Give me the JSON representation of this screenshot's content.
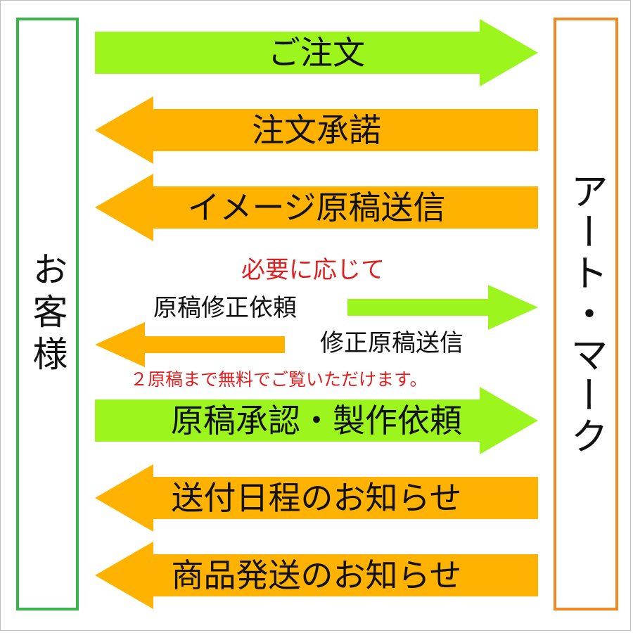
{
  "colors": {
    "green_arrow": "#9cf51c",
    "orange_arrow": "#ffb300",
    "customer_border": "#3ab54a",
    "company_border": "#f08a24",
    "note_red": "#e02020"
  },
  "customer": {
    "label": "お客様"
  },
  "company": {
    "label": "アート・マーク"
  },
  "steps": [
    {
      "label": "ご注文",
      "direction": "right"
    },
    {
      "label": "注文承諾",
      "direction": "left"
    },
    {
      "label": "イメージ原稿送信",
      "direction": "left"
    },
    {
      "label": "原稿承認・製作依頼",
      "direction": "right"
    },
    {
      "label": "送付日程のお知らせ",
      "direction": "left"
    },
    {
      "label": "商品発送のお知らせ",
      "direction": "left"
    }
  ],
  "revision": {
    "condition": "必要に応じて",
    "request": "原稿修正依頼",
    "resend": "修正原稿送信",
    "note": "２原稿まで無料でご覧いただけます。"
  }
}
